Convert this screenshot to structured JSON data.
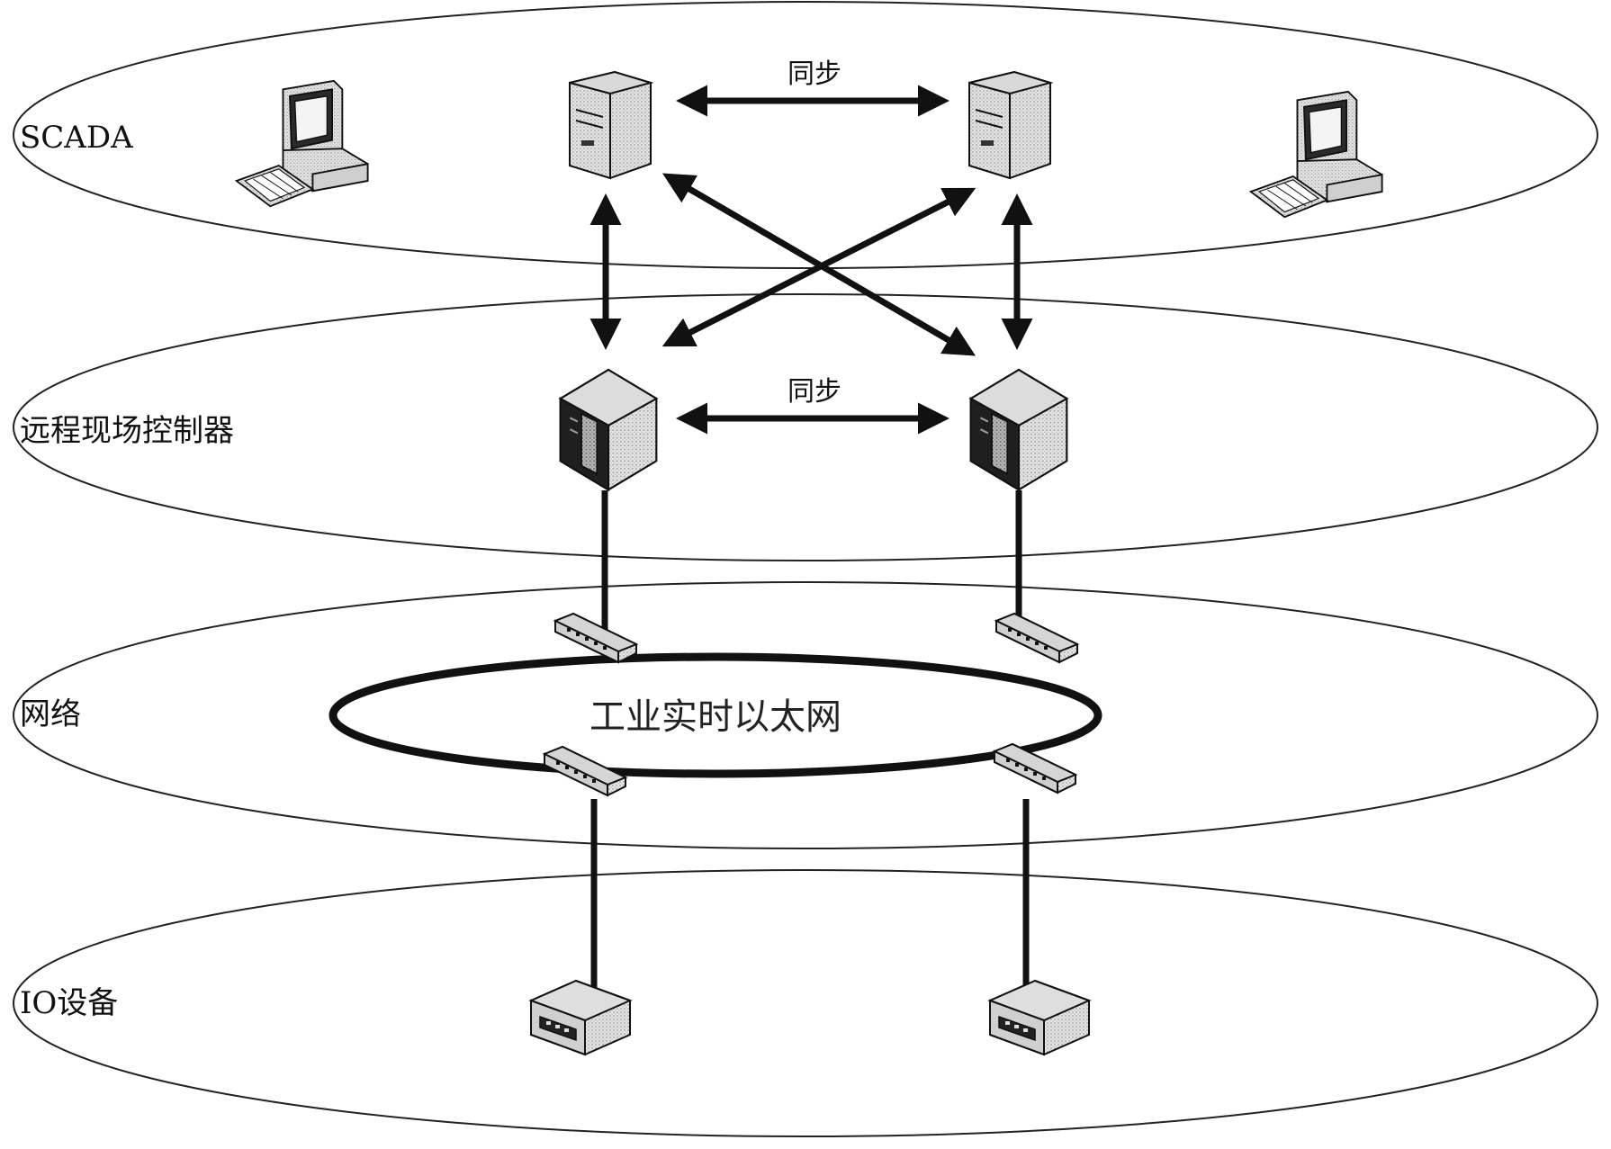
{
  "layers": [
    {
      "id": "scada",
      "label": "SCADA"
    },
    {
      "id": "controller",
      "label": "远程现场控制器"
    },
    {
      "id": "network",
      "label": "网络"
    },
    {
      "id": "io",
      "label": "IO设备"
    }
  ],
  "links": {
    "server_sync_label": "同步",
    "controller_sync_label": "同步"
  },
  "network": {
    "ring_label": "工业实时以太网"
  },
  "icons": {
    "workstation": "desktop-computer-icon",
    "server": "tower-server-icon",
    "controller": "controller-cube-icon",
    "switch": "network-switch-icon",
    "io_device": "io-module-icon"
  }
}
